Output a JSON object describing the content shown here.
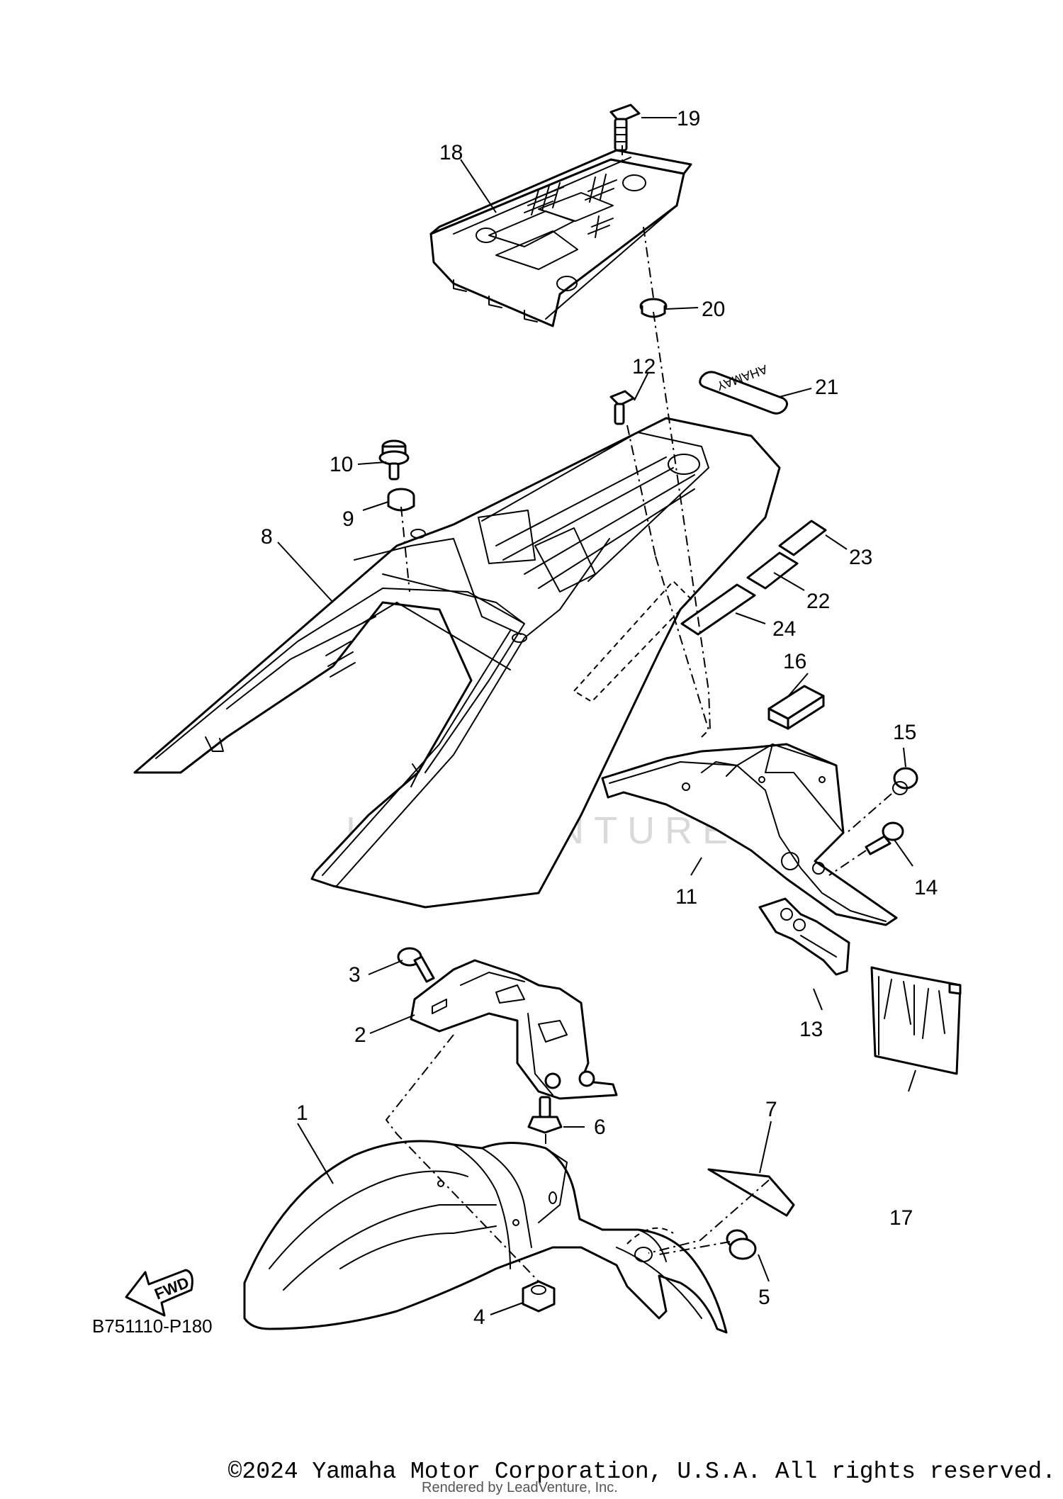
{
  "diagram": {
    "code": "B751110-P180",
    "watermark": "LEADVENTURE",
    "decal_text": "YAMAHA",
    "fwd_label": "FWD",
    "callouts": [
      "1",
      "2",
      "3",
      "4",
      "5",
      "6",
      "7",
      "8",
      "9",
      "10",
      "11",
      "12",
      "13",
      "14",
      "15",
      "16",
      "17",
      "18",
      "19",
      "20",
      "21",
      "22",
      "23",
      "24"
    ]
  },
  "footer": {
    "copyright": "©2024 Yamaha Motor Corporation, U.S.A. All rights reserved.",
    "rendered_by": "Rendered by LeadVenture, Inc."
  }
}
